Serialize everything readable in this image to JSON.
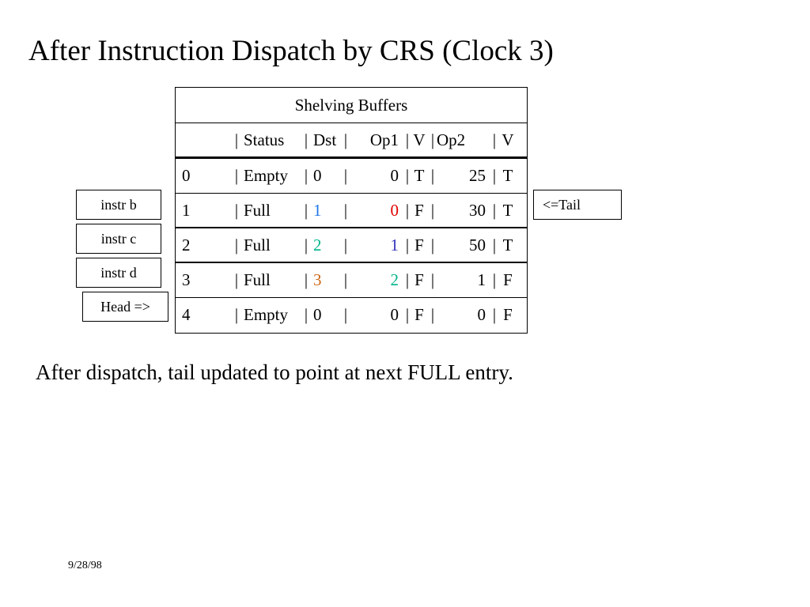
{
  "slide": {
    "title": "After Instruction Dispatch by CRS (Clock 3)",
    "caption": "After dispatch, tail updated to point at next FULL entry.",
    "date": "9/28/98",
    "background": "#ffffff"
  },
  "table": {
    "caption": "Shelving Buffers",
    "separator": "|",
    "columns": [
      "Status",
      "Dst",
      "Op1",
      "V",
      "Op2",
      "V"
    ],
    "rows": [
      {
        "index": "0",
        "status": "Empty",
        "dst": "0",
        "dst_color": "#000000",
        "op1": "0",
        "op1_color": "#000000",
        "v1": "T",
        "op2": "25",
        "op2_color": "#000000",
        "v2": "T"
      },
      {
        "index": "1",
        "status": "Full",
        "dst": "1",
        "dst_color": "#1E76E8",
        "op1": "0",
        "op1_color": "#E00000",
        "v1": "F",
        "op2": "30",
        "op2_color": "#000000",
        "v2": "T"
      },
      {
        "index": "2",
        "status": "Full",
        "dst": "2",
        "dst_color": "#00B489",
        "op1": "1",
        "op1_color": "#3333BB",
        "v1": "F",
        "op2": "50",
        "op2_color": "#000000",
        "v2": "T"
      },
      {
        "index": "3",
        "status": "Full",
        "dst": "3",
        "dst_color": "#CC6611",
        "op1": "2",
        "op1_color": "#00B489",
        "v1": "F",
        "op2": "1",
        "op2_color": "#000000",
        "v2": "F"
      },
      {
        "index": "4",
        "status": "Empty",
        "dst": "0",
        "dst_color": "#000000",
        "op1": "0",
        "op1_color": "#000000",
        "v1": "F",
        "op2": "0",
        "op2_color": "#000000",
        "v2": "F"
      }
    ]
  },
  "annotations": {
    "instr_b": "instr  b",
    "instr_c": "instr  c",
    "instr_d": "instr  d",
    "head": "Head =>",
    "tail": "<=Tail"
  }
}
